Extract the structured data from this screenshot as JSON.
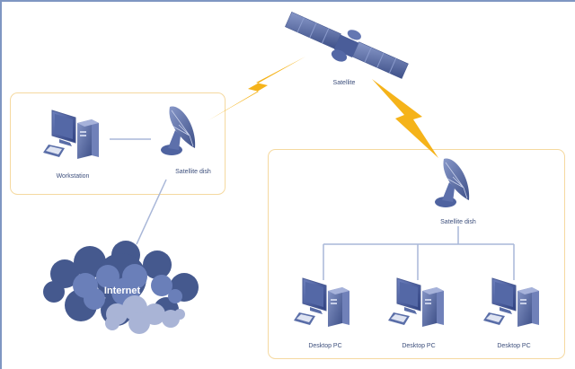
{
  "diagram": {
    "satellite": {
      "label": "Satellite"
    },
    "left_group": {
      "workstation": {
        "label": "Workstation"
      },
      "dish": {
        "label": "Satellite dish"
      }
    },
    "internet": {
      "label": "Internet"
    },
    "right_group": {
      "dish": {
        "label": "Satellite dish"
      },
      "desktops": [
        {
          "label": "Desktop PC"
        },
        {
          "label": "Desktop PC"
        },
        {
          "label": "Desktop PC"
        }
      ]
    },
    "colors": {
      "group_border": "#f5d9a0",
      "link": "#a9b7d8",
      "bolt": "#f5b31a",
      "device": "#5a6fa8"
    }
  }
}
